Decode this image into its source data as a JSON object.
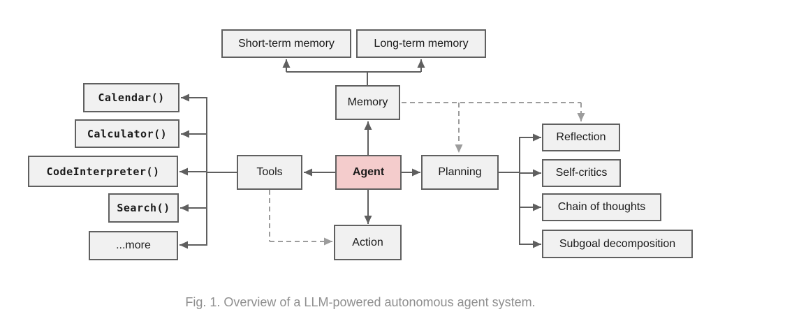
{
  "figure": {
    "caption": "Fig. 1. Overview of a LLM-powered autonomous agent system."
  },
  "nodes": {
    "agent": {
      "label": "Agent"
    },
    "memory": {
      "label": "Memory"
    },
    "tools": {
      "label": "Tools"
    },
    "planning": {
      "label": "Planning"
    },
    "action": {
      "label": "Action"
    },
    "short_term_memory": {
      "label": "Short-term memory"
    },
    "long_term_memory": {
      "label": "Long-term memory"
    },
    "calendar": {
      "label": "Calendar()"
    },
    "calculator": {
      "label": "Calculator()"
    },
    "code_interpreter": {
      "label": "CodeInterpreter()"
    },
    "search": {
      "label": "Search()"
    },
    "more": {
      "label": "...more"
    },
    "reflection": {
      "label": "Reflection"
    },
    "self_critics": {
      "label": "Self-critics"
    },
    "chain_of_thoughts": {
      "label": "Chain of thoughts"
    },
    "subgoal_decomposition": {
      "label": "Subgoal decomposition"
    }
  },
  "edges": {
    "solid": [
      {
        "from": "memory",
        "to": "short_term_memory"
      },
      {
        "from": "memory",
        "to": "long_term_memory"
      },
      {
        "from": "agent",
        "to": "memory"
      },
      {
        "from": "agent",
        "to": "tools"
      },
      {
        "from": "agent",
        "to": "planning"
      },
      {
        "from": "agent",
        "to": "action"
      },
      {
        "from": "tools",
        "to": "calendar"
      },
      {
        "from": "tools",
        "to": "calculator"
      },
      {
        "from": "tools",
        "to": "code_interpreter"
      },
      {
        "from": "tools",
        "to": "search"
      },
      {
        "from": "tools",
        "to": "more"
      },
      {
        "from": "planning",
        "to": "reflection"
      },
      {
        "from": "planning",
        "to": "self_critics"
      },
      {
        "from": "planning",
        "to": "chain_of_thoughts"
      },
      {
        "from": "planning",
        "to": "subgoal_decomposition"
      }
    ],
    "dashed": [
      {
        "from": "memory",
        "to": "planning"
      },
      {
        "from": "memory",
        "to": "reflection"
      },
      {
        "from": "tools",
        "to": "action"
      }
    ]
  },
  "colors": {
    "agent_fill": "#f4cccc",
    "node_fill": "#f1f1f1",
    "node_border": "#606060",
    "solid_connector": "#5f5f5f",
    "dashed_connector": "#9c9c9c",
    "caption_text": "#8f8f8f",
    "background": "#ffffff"
  }
}
